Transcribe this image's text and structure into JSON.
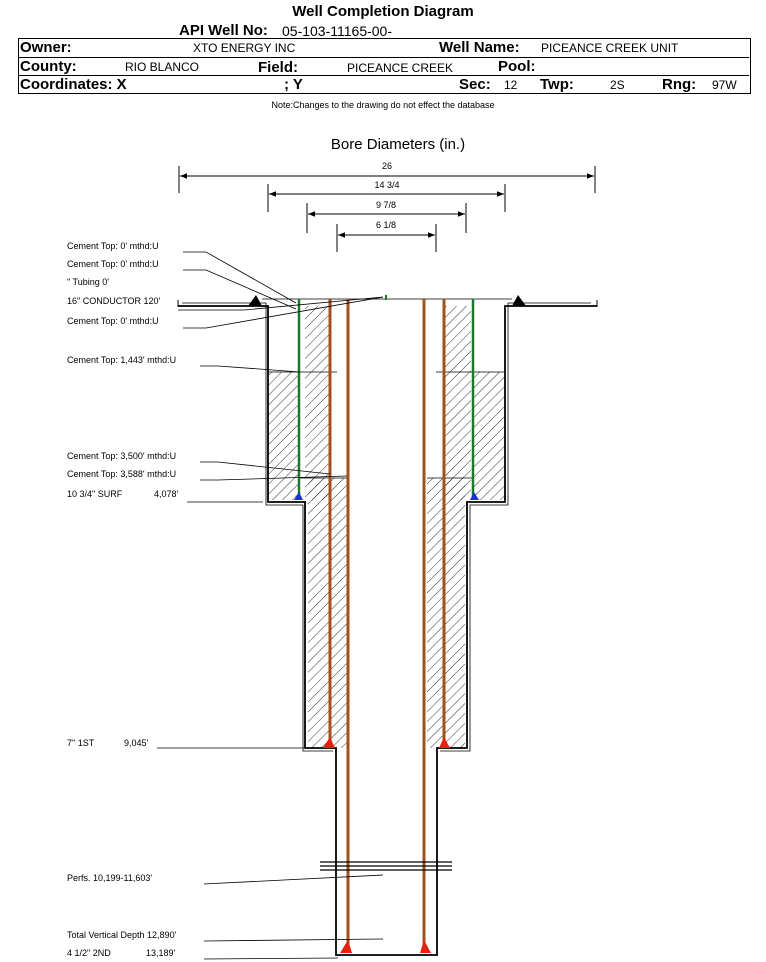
{
  "header": {
    "title": "Well Completion Diagram",
    "api_label": "API Well No:",
    "api_value": "05-103-11165-00-",
    "owner_label": "Owner:",
    "owner_value": "XTO ENERGY INC",
    "well_name_label": "Well Name:",
    "well_name_value": "PICEANCE CREEK UNIT",
    "county_label": "County:",
    "county_value": "RIO BLANCO",
    "field_label": "Field:",
    "field_value": "PICEANCE CREEK",
    "pool_label": "Pool:",
    "pool_value": "",
    "coord_label": "Coordinates: X",
    "coord_y": "; Y",
    "sec_label": "Sec:",
    "sec_value": "12",
    "twp_label": "Twp:",
    "twp_value": "2S",
    "rng_label": "Rng:",
    "rng_value": "97W",
    "note": "Note:Changes to the drawing do not effect the database"
  },
  "bore": {
    "title": "Bore Diameters (in.)",
    "diameters": [
      "26",
      "14 3/4",
      "9 7/8",
      "6 1/8"
    ]
  },
  "labels": {
    "cement_top_1": "Cement Top: 0' mthd:U",
    "cement_top_2": "Cement Top: 0' mthd:U",
    "tubing": "\" Tubing 0'",
    "conductor": "16\" CONDUCTOR  120'",
    "cement_top_3": "Cement Top: 0' mthd:U",
    "cement_top_1443": "Cement Top: 1,443' mthd:U",
    "cement_top_3500": "Cement Top: 3,500' mthd:U",
    "cement_top_3588": "Cement Top: 3,588' mthd:U",
    "surf_name": "10 3/4\" SURF",
    "surf_depth": "4,078'",
    "first_name": "7\" 1ST",
    "first_depth": "9,045'",
    "perfs": "Perfs. 10,199-11,603'",
    "tvd": "Total Vertical Depth 12,890'",
    "second_name": "4 1/2\" 2ND",
    "second_depth": "13,189'"
  },
  "colors": {
    "conductor_casing": "#1a7a2a",
    "casing": "#a0521d",
    "shoe_red": "#e8200e",
    "shoe_blue": "#1c2fd8",
    "hatch": "#000000"
  }
}
